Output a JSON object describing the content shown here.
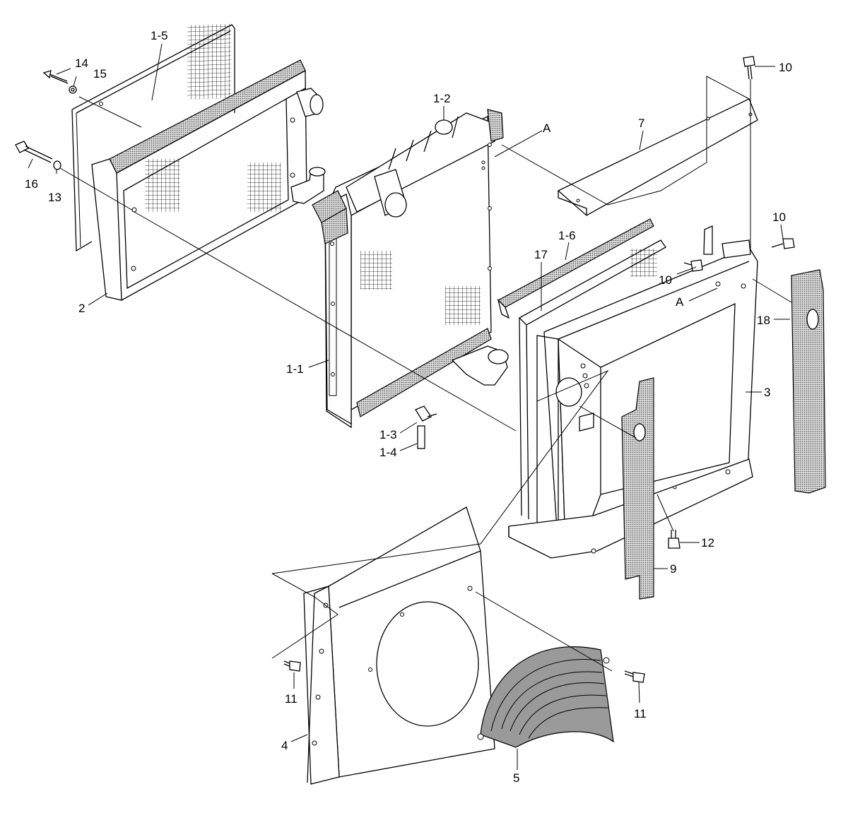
{
  "callouts": [
    {
      "id": "c-1-5",
      "text": "1-5"
    },
    {
      "id": "c-14",
      "text": "14"
    },
    {
      "id": "c-15",
      "text": "15"
    },
    {
      "id": "c-16",
      "text": "16"
    },
    {
      "id": "c-13",
      "text": "13"
    },
    {
      "id": "c-2",
      "text": "2"
    },
    {
      "id": "c-1-2",
      "text": "1-2"
    },
    {
      "id": "c-A-top",
      "text": "A"
    },
    {
      "id": "c-10-top",
      "text": "10"
    },
    {
      "id": "c-7",
      "text": "7"
    },
    {
      "id": "c-10-mid",
      "text": "10"
    },
    {
      "id": "c-1-6",
      "text": "1-6"
    },
    {
      "id": "c-17",
      "text": "17"
    },
    {
      "id": "c-10-low",
      "text": "10"
    },
    {
      "id": "c-A-low",
      "text": "A"
    },
    {
      "id": "c-18",
      "text": "18"
    },
    {
      "id": "c-1-1",
      "text": "1-1"
    },
    {
      "id": "c-3",
      "text": "3"
    },
    {
      "id": "c-1-3",
      "text": "1-3"
    },
    {
      "id": "c-1-4",
      "text": "1-4"
    },
    {
      "id": "c-12",
      "text": "12"
    },
    {
      "id": "c-9",
      "text": "9"
    },
    {
      "id": "c-11-left",
      "text": "11"
    },
    {
      "id": "c-11-right",
      "text": "11"
    },
    {
      "id": "c-4",
      "text": "4"
    },
    {
      "id": "c-5",
      "text": "5"
    }
  ]
}
